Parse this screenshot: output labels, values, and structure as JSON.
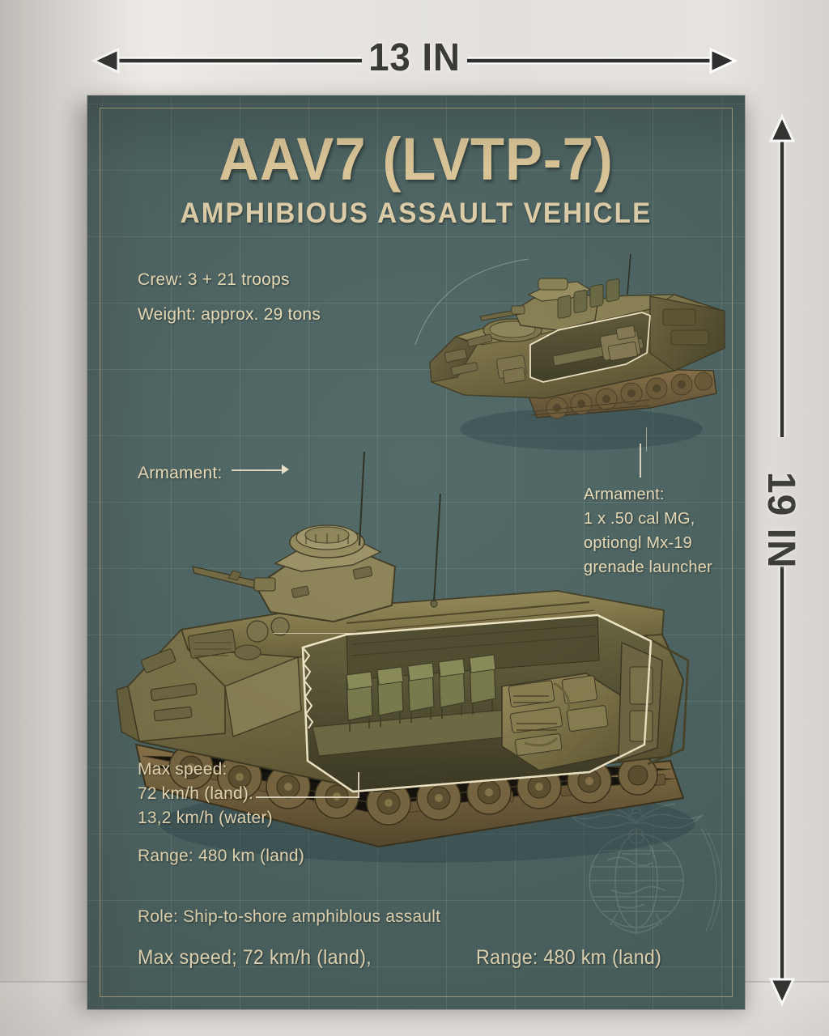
{
  "scene": {
    "wall_color": "#e4e1dc",
    "poster_bg_color": "#4c6563",
    "gold_color": "#e5cf9e",
    "text_color": "#f0e2bb"
  },
  "dimensions": {
    "width_label": "13 IN",
    "height_label": "19 IN"
  },
  "poster": {
    "title": "AAV7 (LVTP-7)",
    "subtitle": "AMPHIBIOUS ASSAULT VEHICLE",
    "specs": {
      "crew": "Crew: 3 + 21 troops",
      "weight": "Weight: approx. 29 tons",
      "armament_label": "Armament:",
      "armament_detail": "Armament:\n1 x .50 cal MG,\noptiongl Mx-19\ngrenade launcher",
      "max_speed": "Max speed:\n72 km/h (land).\n13,2 km/h (water)",
      "range": "Range: 480 km (land)",
      "role": "Role: Ship-to-shore amphiblous assault"
    },
    "bottom_row": {
      "left": "Max speed; 72 km/h (land),",
      "right": "Range: 480 km (land)"
    },
    "watermark": "usmc-eagle-globe-anchor-emblem",
    "illustrations": [
      {
        "name": "aav7-cutaway-rear-three-quarter",
        "position": "upper-right"
      },
      {
        "name": "aav7-cutaway-front-three-quarter",
        "position": "center-main"
      }
    ]
  }
}
